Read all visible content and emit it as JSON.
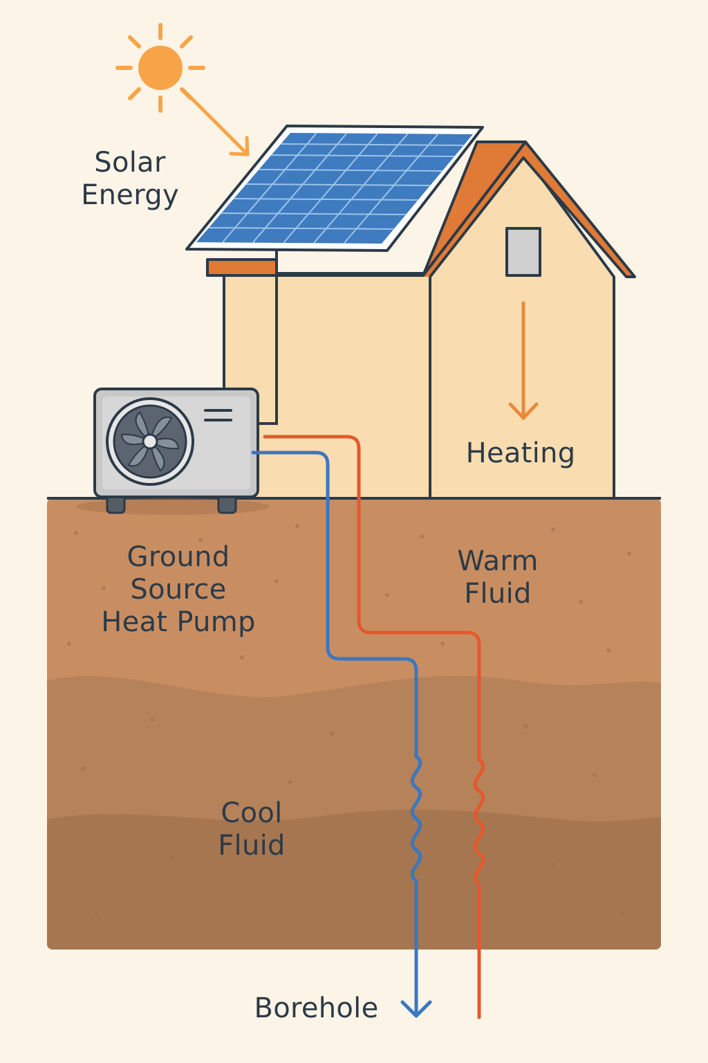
{
  "labels": {
    "solar": "Solar\nEnergy",
    "heating": "Heating",
    "heat_pump": "Ground\nSource\nHeat Pump",
    "warm_fluid": "Warm\nFluid",
    "cool_fluid": "Cool\nFluid",
    "borehole": "Borehole"
  },
  "colors": {
    "background": "#fcf4e7",
    "sun": "#f7a448",
    "house_wall": "#f9ddb0",
    "roof": "#e07a37",
    "solar_panel": "#3f7bbf",
    "soil_top": "#c88e62",
    "soil_mid": "#b5825a",
    "soil_bottom": "#a57650",
    "warm_pipe": "#e3592d",
    "cool_pipe": "#3a77c0",
    "outline": "#2c3a47"
  },
  "icons": {
    "sun": "sun-icon",
    "heat_pump_fan": "fan-icon"
  }
}
